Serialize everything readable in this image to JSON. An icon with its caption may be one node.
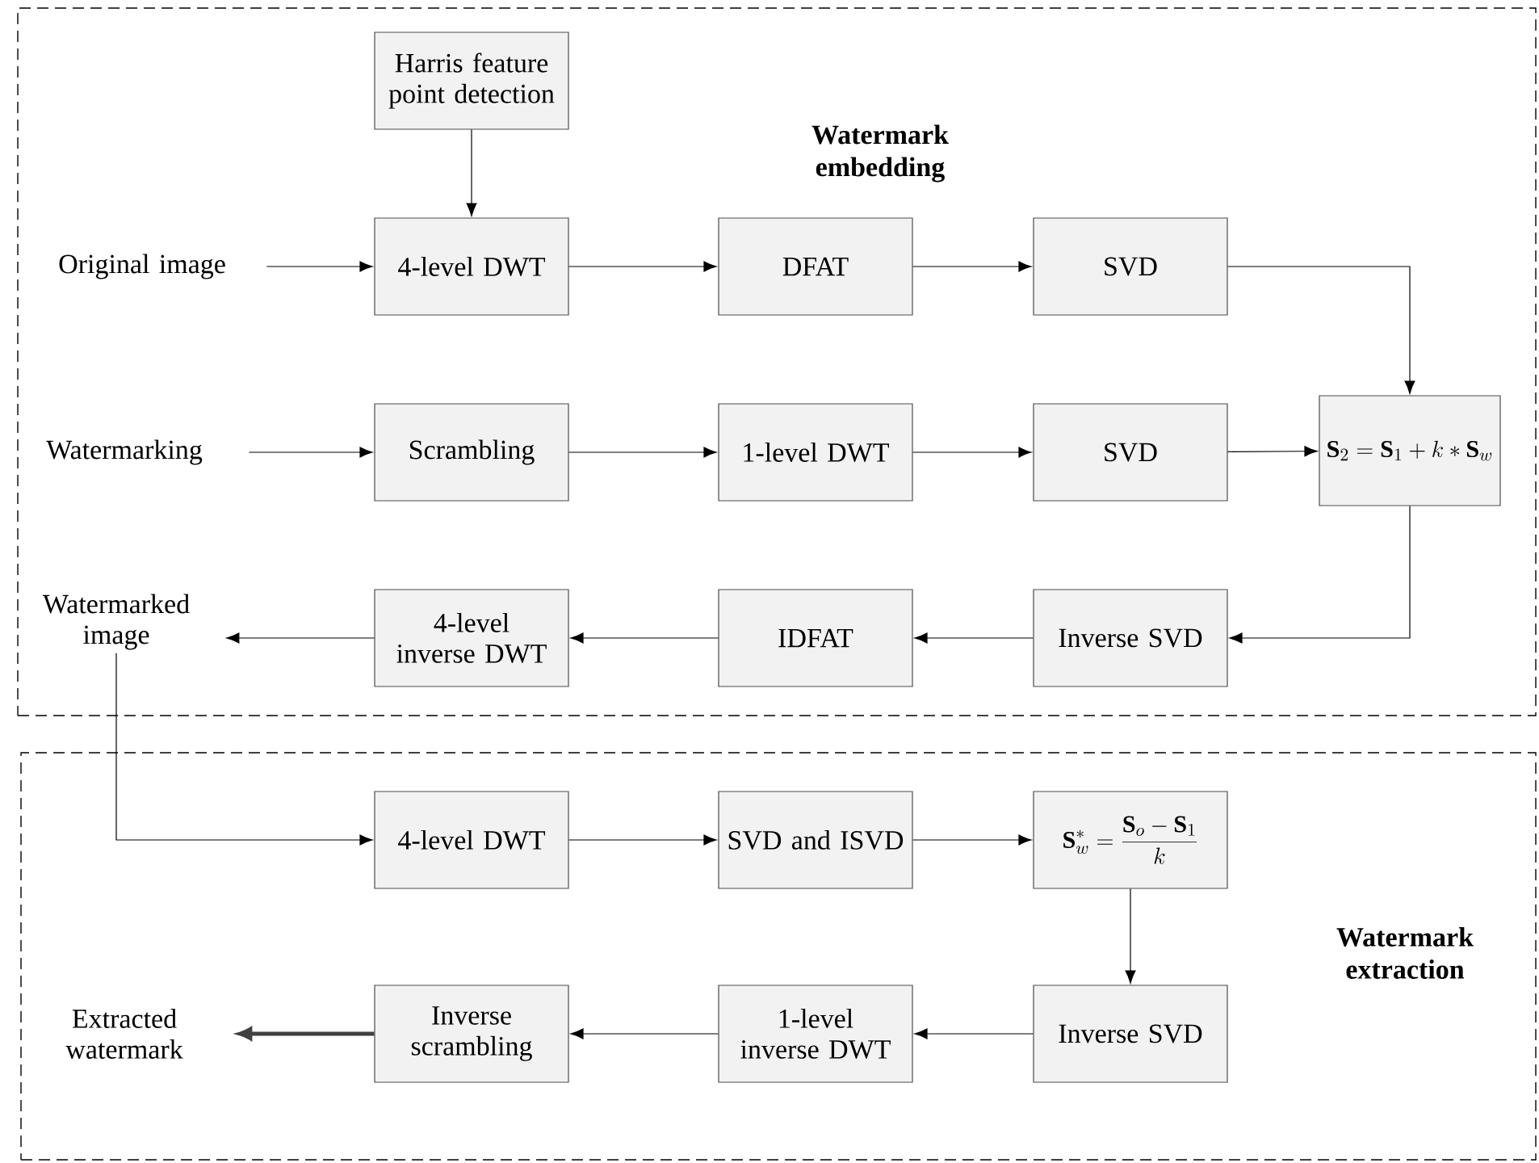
{
  "diagram": {
    "nodes": [
      {
        "text": [
          "Watermark embedding"
        ]
      },
      {
        "text": [
          "Harris feature point detection"
        ],
        "in": 0
      },
      {
        "text": [
          "Original image"
        ],
        "in": 0
      },
      {
        "text": [
          "4-level DWT"
        ],
        "in": 0
      },
      {
        "text": [
          "DFAT"
        ],
        "in": 0
      },
      {
        "text": [
          "SVD"
        ],
        "in": 0
      },
      {
        "text": [
          "Watermarking"
        ],
        "in": 0
      },
      {
        "text": [
          "Scrambling"
        ],
        "in": 0
      },
      {
        "text": [
          "1-level DWT"
        ],
        "in": 0
      },
      {
        "text": [
          "SVD"
        ],
        "in": 0
      },
      {
        "text": [
          "\\mathbf{S}_2=\\mathbf{S}_1+k*\\mathbf{S}_w"
        ],
        "in": 0
      },
      {
        "text": [
          "Inverse SVD"
        ],
        "in": 0
      },
      {
        "text": [
          "IDFAT"
        ],
        "in": 0
      },
      {
        "text": [
          "4-level inverse DWT"
        ],
        "in": 0
      },
      {
        "text": [
          "Watermarked image"
        ],
        "in": 0
      },
      {
        "text": [
          "Watermark extraction"
        ]
      },
      {
        "text": [
          "4-level DWT"
        ],
        "in": 15
      },
      {
        "text": [
          "SVD and ISVD"
        ],
        "in": 15
      },
      {
        "text": [
          "\\mathbf{S}_w^{*}=\\frac{\\mathbf{S}_o-\\mathbf{S}_1}{k}"
        ],
        "in": 15
      },
      {
        "text": [
          "Inverse SVD"
        ],
        "in": 15
      },
      {
        "text": [
          "1-level inverse DWT"
        ],
        "in": 15
      },
      {
        "text": [
          "Inverse scrambling"
        ],
        "in": 15
      },
      {
        "text": [
          "Extracted watermark"
        ],
        "in": 15
      }
    ],
    "edges": [
      {
        "from": 1,
        "to": 3,
        "arrow": "to"
      },
      {
        "from": 2,
        "to": 3,
        "arrow": "to"
      },
      {
        "from": 3,
        "to": 4,
        "arrow": "to"
      },
      {
        "from": 4,
        "to": 5,
        "arrow": "to"
      },
      {
        "from": 5,
        "to": 10,
        "arrow": "to"
      },
      {
        "from": 6,
        "to": 7,
        "arrow": "to"
      },
      {
        "from": 7,
        "to": 8,
        "arrow": "to"
      },
      {
        "from": 8,
        "to": 9,
        "arrow": "to"
      },
      {
        "from": 9,
        "to": 10,
        "arrow": "to"
      },
      {
        "from": 10,
        "to": 11,
        "arrow": "to"
      },
      {
        "from": 11,
        "to": 12,
        "arrow": "to"
      },
      {
        "from": 12,
        "to": 13,
        "arrow": "to"
      },
      {
        "from": 13,
        "to": 14,
        "arrow": "to"
      },
      {
        "from": 14,
        "to": 16,
        "arrow": "to"
      },
      {
        "from": 16,
        "to": 17,
        "arrow": "to"
      },
      {
        "from": 17,
        "to": 18,
        "arrow": "to"
      },
      {
        "from": 18,
        "to": 19,
        "arrow": "to"
      },
      {
        "from": 19,
        "to": 20,
        "arrow": "to"
      },
      {
        "from": 20,
        "to": 21,
        "arrow": "to"
      },
      {
        "from": 21,
        "to": 22,
        "arrow": "to",
        "style": "thick",
        "color": "#404040"
      }
    ]
  }
}
